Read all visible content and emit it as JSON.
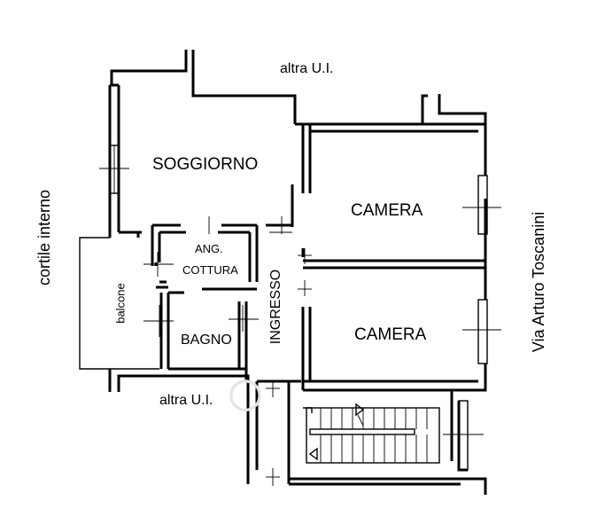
{
  "rooms": {
    "soggiorno": "SOGGIORNO",
    "camera_top": "CAMERA",
    "camera_bottom": "CAMERA",
    "ang": "ANG.",
    "cottura": "COTTURA",
    "bagno": "BAGNO",
    "ingresso": "INGRESSO",
    "balcone": "balcone"
  },
  "surroundings": {
    "altra_top": "altra U.I.",
    "altra_bottom": "altra U.I.",
    "cortile": "cortile interno",
    "street": "Via Arturo Toscanini"
  },
  "colors": {
    "wall": "#000000",
    "background": "#ffffff"
  }
}
